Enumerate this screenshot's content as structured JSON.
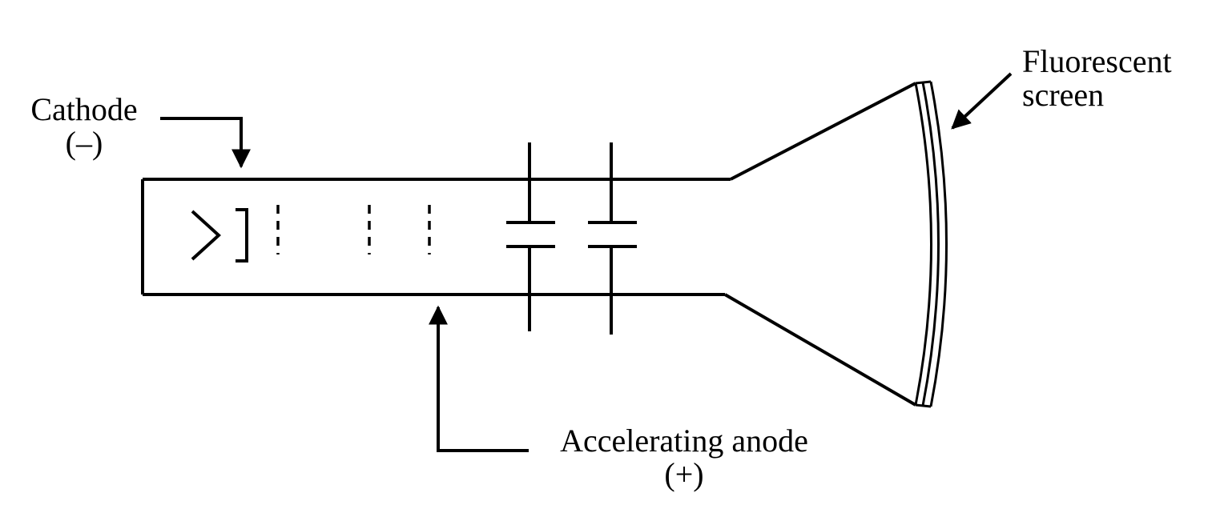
{
  "labels": {
    "cathode_name": "Cathode",
    "cathode_sign": "(–)",
    "anode_name": "Accelerating anode",
    "anode_sign": "(+)",
    "screen_line1": "Fluorescent",
    "screen_line2": "screen"
  },
  "colors": {
    "ink": "#000000",
    "background": "#ffffff"
  }
}
